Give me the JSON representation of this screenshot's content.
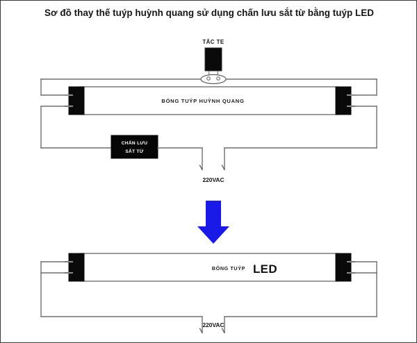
{
  "document": {
    "title": "Sơ đồ thay thế tuýp huỳnh quang sử dụng chấn lưu sắt từ bằng tuýp LED",
    "background_color": "#ffffff",
    "border_color": "#3a3a3a"
  },
  "top_circuit": {
    "name": "Sơ đồ tuýp huỳnh quang dùng chấn lưu sắt từ",
    "starter": {
      "label": "TẮC TE",
      "body_color": "#0a0a0a"
    },
    "tube": {
      "label": "BÓNG TUÝP HUỲNH QUANG",
      "endcap_color": "#0a0a0a",
      "body_color": "#ffffff"
    },
    "ballast": {
      "line1": "CHẤN LƯU",
      "line2": "SẮT TỪ",
      "box_color": "#060606",
      "text_color": "#ffffff"
    },
    "supply": {
      "label": "220VAC"
    }
  },
  "transition": {
    "arrow_name": "down-arrow",
    "arrow_color": "#1a1ae8"
  },
  "bottom_circuit": {
    "name": "Sơ đồ tuýp LED thay thế",
    "tube": {
      "label_small": "BÓNG TUÝP",
      "label_large": "LED",
      "endcap_color": "#0a0a0a",
      "body_color": "#ffffff"
    },
    "supply": {
      "label": "220VAC"
    }
  },
  "style": {
    "wire_color": "#6e6e6e"
  }
}
